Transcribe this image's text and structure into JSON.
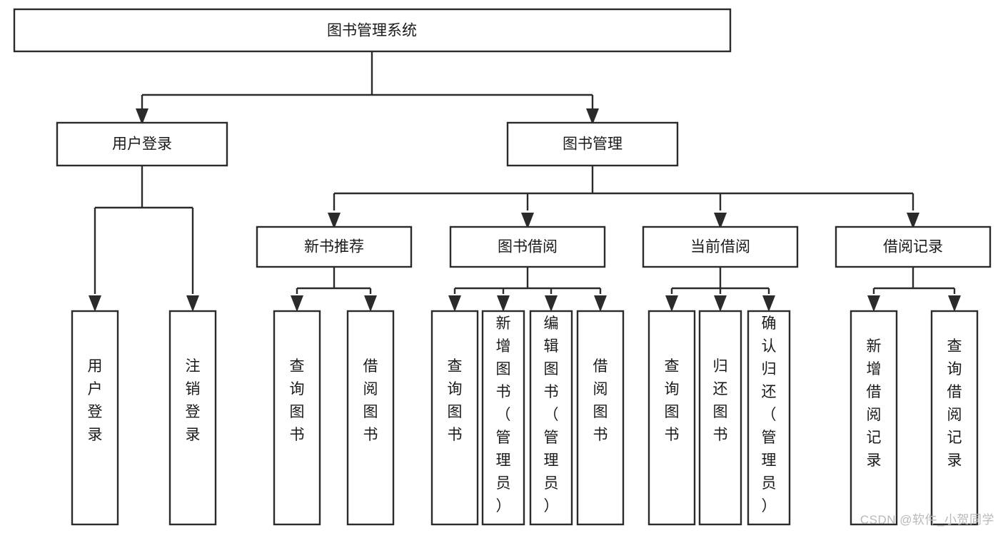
{
  "diagram": {
    "type": "tree",
    "title": "图书管理系统",
    "root": {
      "id": "root",
      "label": "图书管理系统"
    },
    "level1": [
      {
        "id": "user-login",
        "label": "用户登录"
      },
      {
        "id": "book-manage",
        "label": "图书管理"
      }
    ],
    "level2": [
      {
        "id": "new-book-recommend",
        "label": "新书推荐",
        "parent": "book-manage"
      },
      {
        "id": "book-borrow",
        "label": "图书借阅",
        "parent": "book-manage"
      },
      {
        "id": "current-borrow",
        "label": "当前借阅",
        "parent": "book-manage"
      },
      {
        "id": "borrow-record",
        "label": "借阅记录",
        "parent": "book-manage"
      }
    ],
    "leaves": [
      {
        "id": "leaf-user-login",
        "label": "用户登录",
        "parent": "user-login"
      },
      {
        "id": "leaf-logout-login",
        "label": "注销登录",
        "parent": "user-login"
      },
      {
        "id": "leaf-query-book-1",
        "label": "查询图书",
        "parent": "new-book-recommend"
      },
      {
        "id": "leaf-borrow-book-1",
        "label": "借阅图书",
        "parent": "new-book-recommend"
      },
      {
        "id": "leaf-query-book-2",
        "label": "查询图书",
        "parent": "book-borrow"
      },
      {
        "id": "leaf-add-book-admin",
        "label": "新增图书（管理员）",
        "parent": "book-borrow"
      },
      {
        "id": "leaf-edit-book-admin",
        "label": "编辑图书（管理员）",
        "parent": "book-borrow"
      },
      {
        "id": "leaf-borrow-book-2",
        "label": "借阅图书",
        "parent": "book-borrow"
      },
      {
        "id": "leaf-query-book-3",
        "label": "查询图书",
        "parent": "current-borrow"
      },
      {
        "id": "leaf-return-book",
        "label": "归还图书",
        "parent": "current-borrow"
      },
      {
        "id": "leaf-confirm-return-admin",
        "label": "确认归还（管理员）",
        "parent": "current-borrow"
      },
      {
        "id": "leaf-add-borrow-record",
        "label": "新增借阅记录",
        "parent": "borrow-record"
      },
      {
        "id": "leaf-query-borrow-record",
        "label": "查询借阅记录",
        "parent": "borrow-record"
      }
    ]
  },
  "watermark": {
    "text": "CSDN @软件_小贺同学"
  },
  "colors": {
    "stroke": "#2b2b2b",
    "fill": "#ffffff",
    "text": "#1a1a1a",
    "watermark": "#b8b8b8"
  }
}
